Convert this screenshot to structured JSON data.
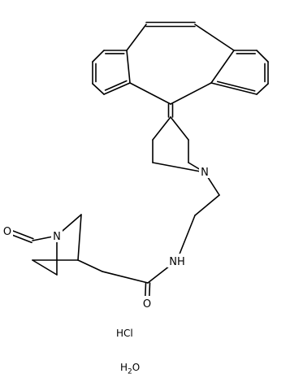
{
  "molecule": {
    "atom_labels": {
      "piperidine_n": "N",
      "formyl_piperidine_n": "N",
      "amide_nh": "NH",
      "formyl_o": "O",
      "amide_o": "O"
    },
    "salts": {
      "hcl": "HCl",
      "water_h": "H",
      "water_sub": "2",
      "water_o": "O"
    }
  }
}
